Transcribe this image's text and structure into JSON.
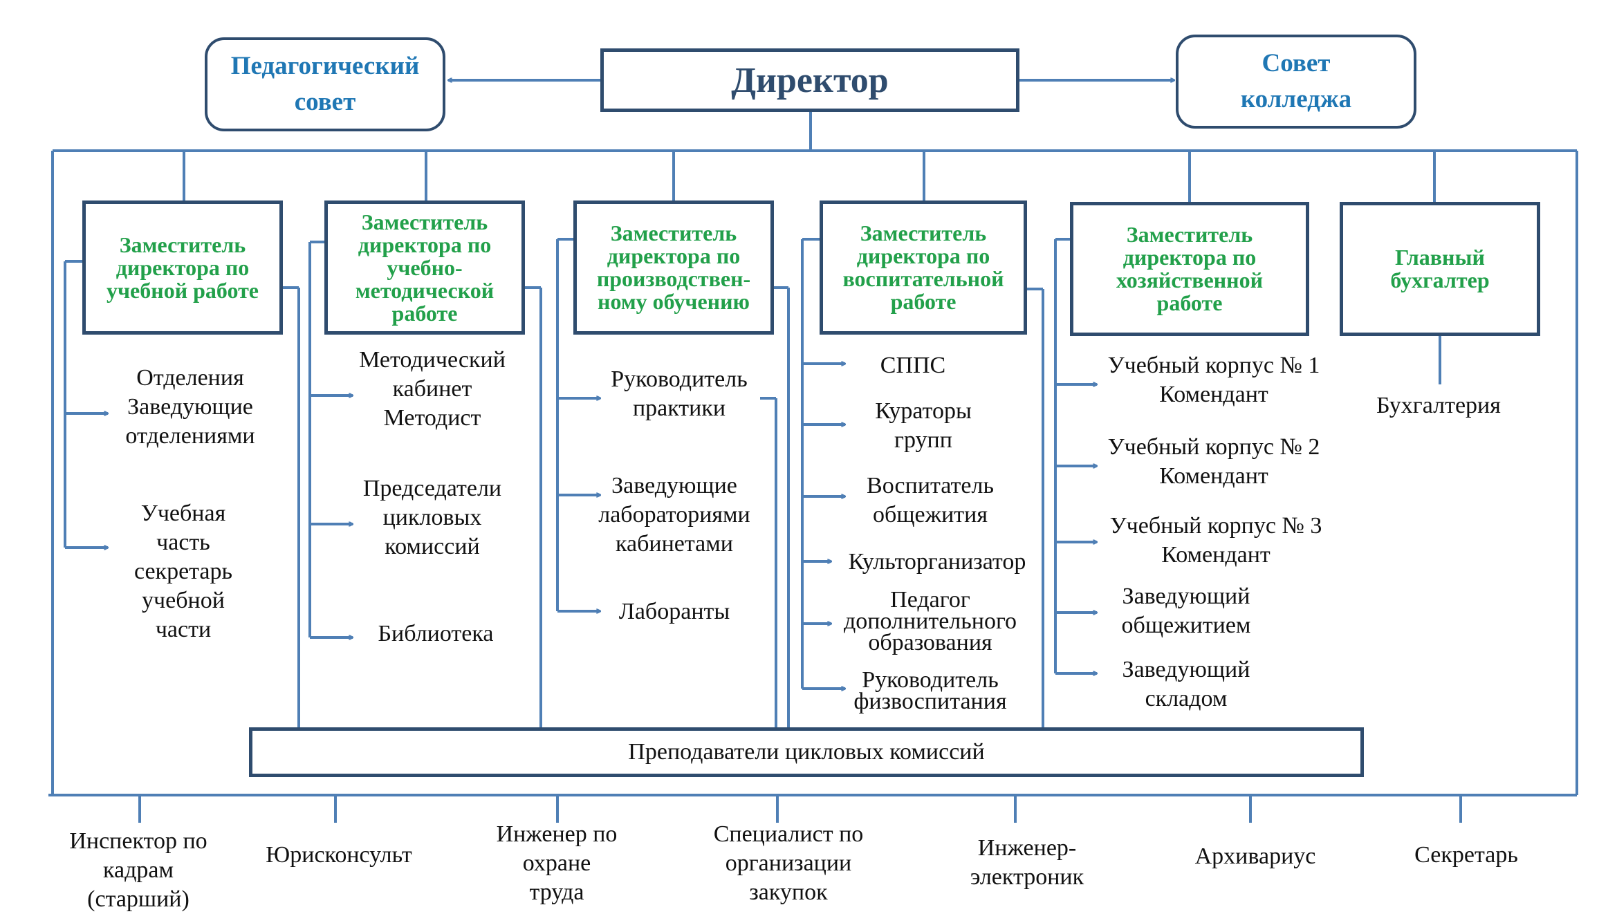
{
  "top": {
    "director": "Директор",
    "ped_council": "Педагогический\nсовет",
    "college_council": "Совет\nколледжа"
  },
  "colors": {
    "line": "#4f7fb5",
    "box_border": "#2f4c6e",
    "deputy_text": "#22a04a",
    "council_text": "#1f77b4"
  },
  "columns": [
    {
      "title": "Заместитель\nдиректора по\nучебной работе",
      "items": [
        "Отделения\nЗаведующие\nотделениями",
        "Учебная\nчасть\nсекретарь\nучебной\nчасти"
      ]
    },
    {
      "title": "Заместитель\nдиректора по\nучебно-\nметодической\nработе",
      "items": [
        "Методический\nкабинет\nМетодист",
        "Председатели\nцикловых\nкомиссий",
        "Библиотека"
      ]
    },
    {
      "title": "Заместитель\nдиректора по\nпроизводствен-\nному обучению",
      "items": [
        "Руководитель\nпрактики",
        "Заведующие\nлабораториями\nкабинетами",
        "Лаборанты"
      ]
    },
    {
      "title": "Заместитель\nдиректора по\nвоспитательной\nработе",
      "items": [
        "СППС",
        "Кураторы\nгрупп",
        "Воспитатель\nобщежития",
        "Культорганизатор",
        "Педагог\nдополнительного\nобразования",
        "Руководитель\nфизвоспитания"
      ]
    },
    {
      "title": "Заместитель\nдиректора по\nхозяйственной\nработе",
      "items": [
        "Учебный корпус № 1\nКомендант",
        "Учебный корпус № 2\nКомендант",
        "Учебный корпус № 3\nКомендант",
        "Заведующий\nобщежитием",
        "Заведующий\nскладом"
      ]
    },
    {
      "title": "Главный\nбухгалтер",
      "items": [
        "Бухгалтерия"
      ]
    }
  ],
  "teachers": "Преподаватели цикловых комиссий",
  "bottom": [
    "Инспектор по\nкадрам\n(старший)",
    "Юрисконсульт",
    "Инженер по\nохране\nтруда",
    "Специалист по\nорганизации\nзакупок",
    "Инженер-\nэлектроник",
    "Архивариус",
    "Секретарь"
  ]
}
